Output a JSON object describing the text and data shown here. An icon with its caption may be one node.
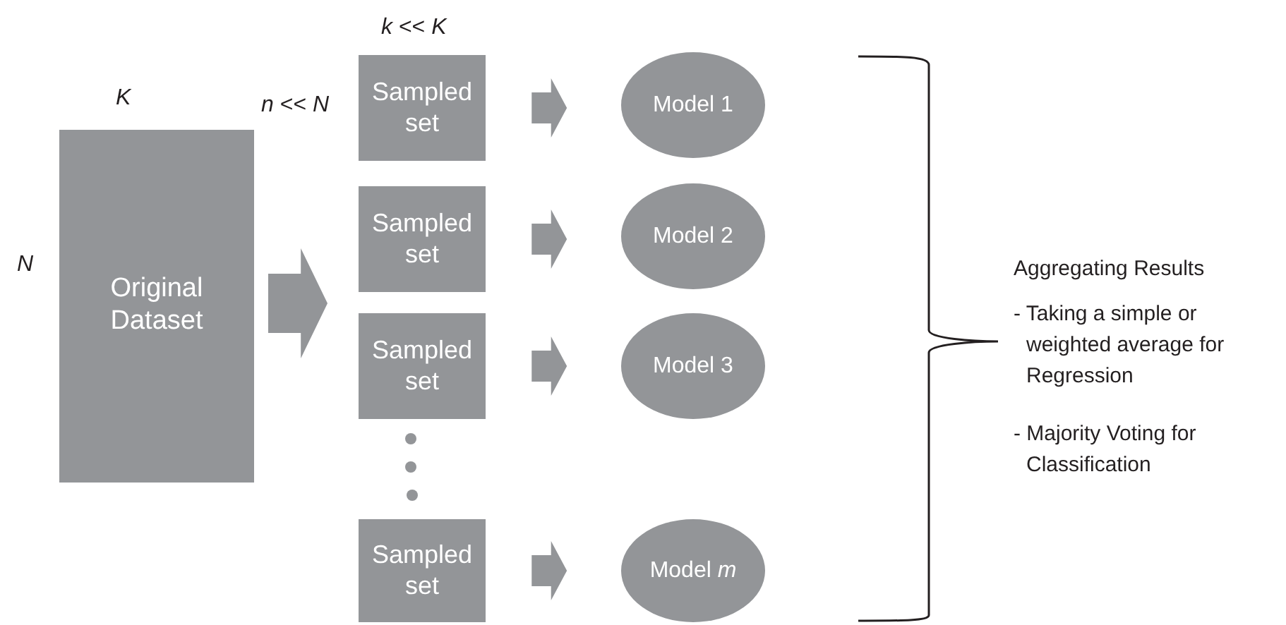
{
  "diagram": {
    "nodes": [
      {
        "text": [
          "Original Dataset"
        ]
      },
      {
        "text": [
          "Sampled set"
        ],
        "beside": [
          "*k* << *K*"
        ]
      },
      {
        "text": [
          "Sampled set"
        ]
      },
      {
        "text": [
          "Sampled set"
        ]
      },
      {
        "text": [
          "Sampled set"
        ]
      },
      {
        "text": [
          "Model 1"
        ]
      },
      {
        "text": [
          "Model 2"
        ]
      },
      {
        "text": [
          "Model 3"
        ]
      },
      {
        "text": [
          "Model *m*"
        ]
      }
    ],
    "edges": [
      {
        "from": 0,
        "to": null,
        "arrow": "to",
        "style": "thick"
      },
      {
        "from": 1,
        "to": 5,
        "arrow": "to",
        "style": "thick"
      },
      {
        "from": 2,
        "to": 6,
        "arrow": "to",
        "style": "thick"
      },
      {
        "from": 3,
        "to": 7,
        "arrow": "to",
        "style": "thick"
      },
      {
        "from": 4,
        "to": 8,
        "arrow": "to",
        "style": "thick"
      }
    ],
    "labels": [
      "K",
      "*n* << *N*",
      "N",
      "Aggregating Results",
      "- Taking a simple or weighted average for Regression",
      "- Majority Voting for Classification"
    ]
  }
}
